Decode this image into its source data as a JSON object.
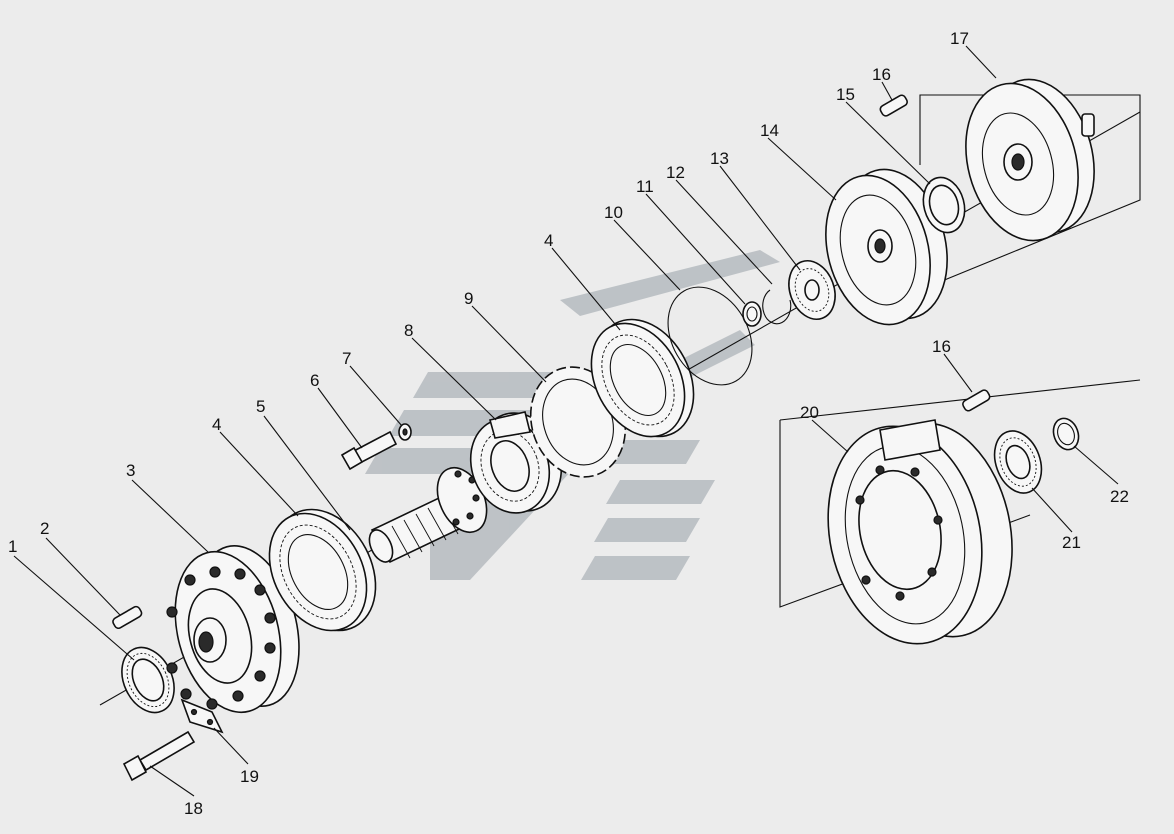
{
  "colors": {
    "background": "#ececec",
    "line": "#111111",
    "watermark": "#b9bec2"
  },
  "callouts": [
    {
      "id": "c1",
      "text": "1"
    },
    {
      "id": "c2",
      "text": "2"
    },
    {
      "id": "c3",
      "text": "3"
    },
    {
      "id": "c4a",
      "text": "4"
    },
    {
      "id": "c5",
      "text": "5"
    },
    {
      "id": "c6",
      "text": "6"
    },
    {
      "id": "c7",
      "text": "7"
    },
    {
      "id": "c8",
      "text": "8"
    },
    {
      "id": "c9",
      "text": "9"
    },
    {
      "id": "c4b",
      "text": "4"
    },
    {
      "id": "c10",
      "text": "10"
    },
    {
      "id": "c11",
      "text": "11"
    },
    {
      "id": "c12",
      "text": "12"
    },
    {
      "id": "c13",
      "text": "13"
    },
    {
      "id": "c14",
      "text": "14"
    },
    {
      "id": "c15",
      "text": "15"
    },
    {
      "id": "c16a",
      "text": "16"
    },
    {
      "id": "c17",
      "text": "17"
    },
    {
      "id": "c16b",
      "text": "16"
    },
    {
      "id": "c20",
      "text": "20"
    },
    {
      "id": "c21",
      "text": "21"
    },
    {
      "id": "c22",
      "text": "22"
    },
    {
      "id": "c18",
      "text": "18"
    },
    {
      "id": "c19",
      "text": "19"
    }
  ]
}
